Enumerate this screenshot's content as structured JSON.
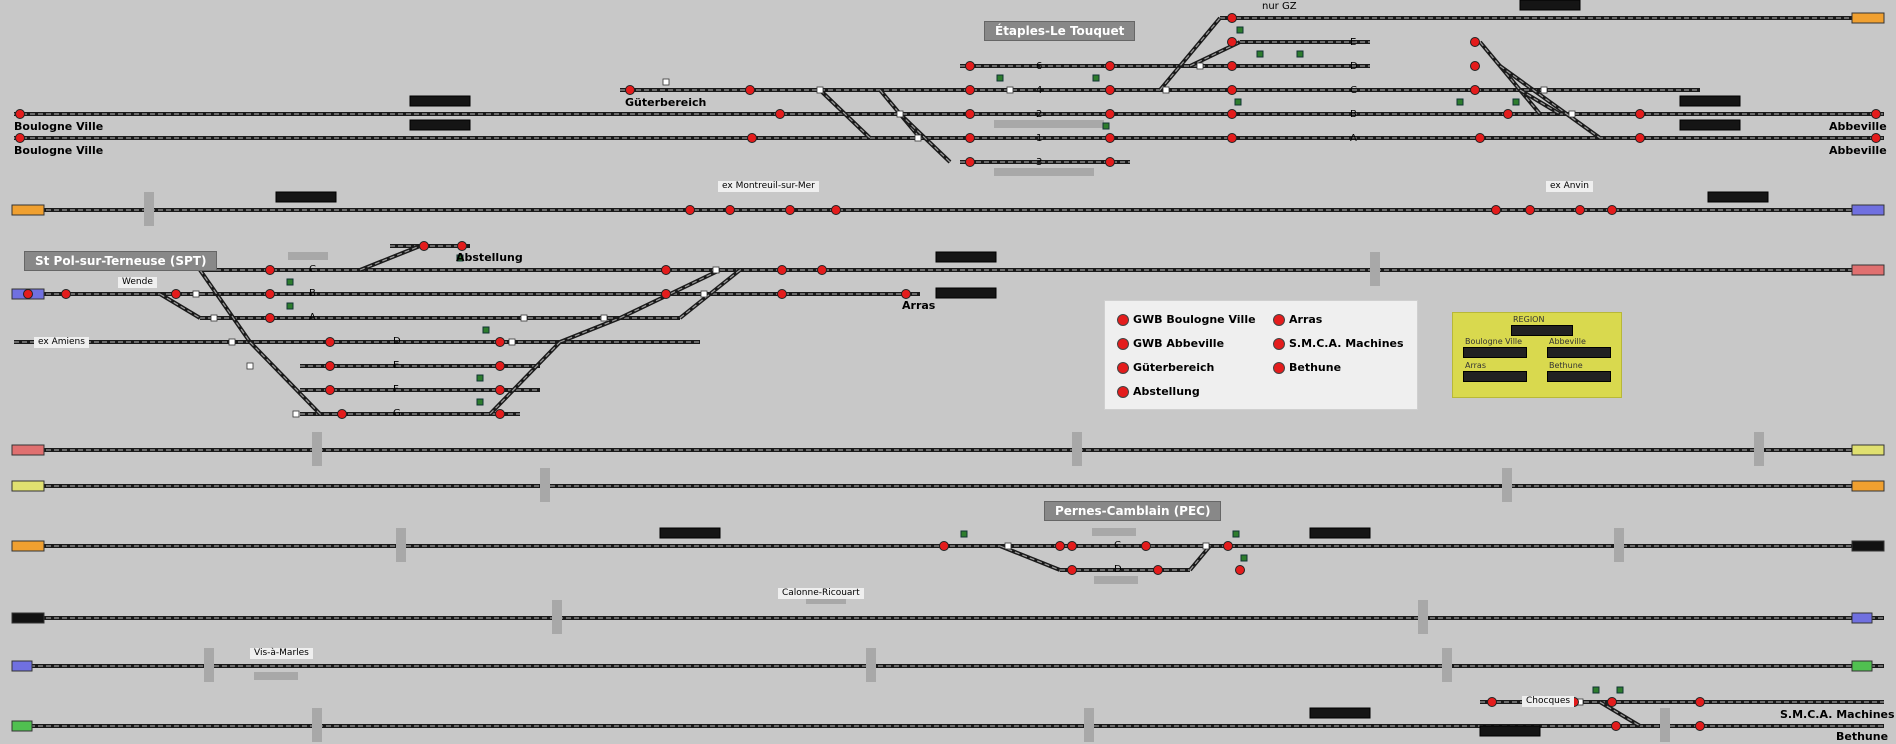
{
  "stations": {
    "etaples": "Étaples-Le Touquet",
    "stpol": "St Pol-sur-Terneuse (SPT)",
    "pernes": "Pernes-Camblain (PEC)"
  },
  "labels": {
    "nur_gz": "nur GZ",
    "boulogne1": "Boulogne Ville",
    "boulogne2": "Boulogne Ville",
    "abbeville1": "Abbeville",
    "abbeville2": "Abbeville",
    "guterbereich": "Güterbereich",
    "abstellung": "Abstellung",
    "arras": "Arras",
    "wende": "Wende",
    "ex_amiens": "ex Amiens",
    "ex_montreuil": "ex Montreuil-sur-Mer",
    "ex_anvin": "ex Anvin",
    "calonne": "Calonne-Ricouart",
    "vis_a_marles": "Vis-à-Marles",
    "chocques": "Chocques",
    "smca": "S.M.C.A. Machines",
    "bethune": "Bethune"
  },
  "track_letters": {
    "etaples": [
      "6",
      "4",
      "2",
      "1",
      "3"
    ],
    "etaples_right": [
      "E",
      "D",
      "C",
      "B",
      "A"
    ],
    "stpol": [
      "C",
      "B",
      "A"
    ],
    "stpol_lower": [
      "D",
      "E",
      "F",
      "G"
    ],
    "pernes": [
      "C",
      "D"
    ]
  },
  "legend": {
    "items": [
      "GWB Boulogne Ville",
      "GWB Abbeville",
      "Güterbereich",
      "Abstellung",
      "Arras",
      "S.M.C.A. Machines",
      "Bethune"
    ]
  },
  "region_panel": {
    "title": "REGION",
    "boulogne": "Boulogne Ville",
    "abbeville": "Abbeville",
    "arras": "Arras",
    "bethune": "Bethune"
  },
  "colors": {
    "background": "#c8c8c8",
    "signal_red": "#e41c1c",
    "region_yellow": "#d9d94e",
    "orange_marker": "#f0a030",
    "blue_marker": "#7070e0",
    "pink_marker": "#e07070",
    "yellow_marker": "#e0e070",
    "green_marker": "#50c050"
  },
  "icons": {
    "signal": "signal-light-icon",
    "route": "route-display-icon",
    "switch": "switch-point-icon"
  }
}
